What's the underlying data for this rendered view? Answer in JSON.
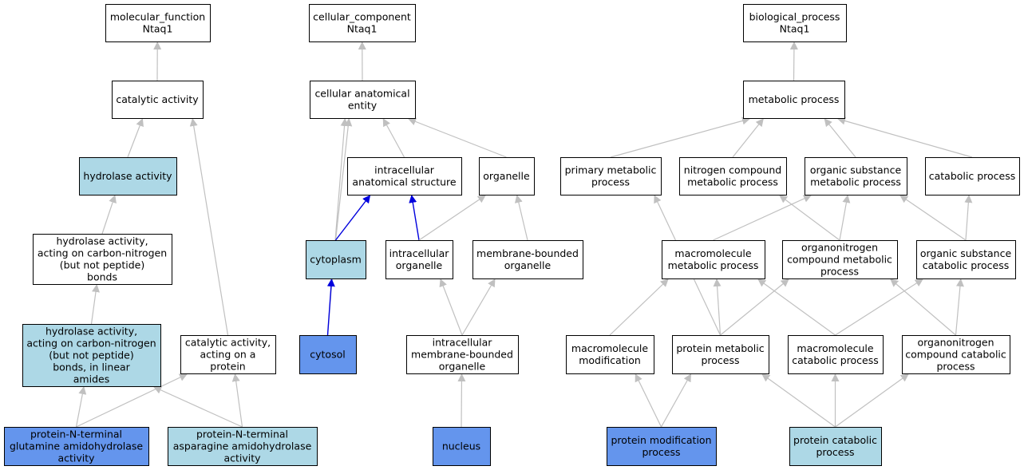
{
  "colors": {
    "plain": "#ffffff",
    "light": "#add8e6",
    "dark": "#6495ed",
    "edge_gray": "#c0c0c0",
    "edge_blue": "#0000dd",
    "border": "#000000"
  },
  "nodes": [
    {
      "id": "mf-root",
      "fill": "plain",
      "lines": [
        "molecular_function",
        "Ntaq1"
      ]
    },
    {
      "id": "catalytic-activity",
      "fill": "plain",
      "lines": [
        "catalytic activity"
      ]
    },
    {
      "id": "hydrolase-activity",
      "fill": "light",
      "lines": [
        "hydrolase activity"
      ]
    },
    {
      "id": "hydrolase-cn",
      "fill": "plain",
      "lines": [
        "hydrolase activity,",
        "acting on carbon-nitrogen",
        "(but not peptide)",
        "bonds"
      ]
    },
    {
      "id": "hydrolase-cn-linear",
      "fill": "light",
      "lines": [
        "hydrolase activity,",
        "acting on carbon-nitrogen",
        "(but not peptide)",
        "bonds, in linear",
        "amides"
      ]
    },
    {
      "id": "catalytic-on-protein",
      "fill": "plain",
      "lines": [
        "catalytic activity,",
        "acting on a",
        "protein"
      ]
    },
    {
      "id": "gln-amidohydrolase",
      "fill": "dark",
      "lines": [
        "protein-N-terminal",
        "glutamine amidohydrolase",
        "activity"
      ]
    },
    {
      "id": "asn-amidohydrolase",
      "fill": "light",
      "lines": [
        "protein-N-terminal",
        "asparagine amidohydrolase",
        "activity"
      ]
    },
    {
      "id": "cc-root",
      "fill": "plain",
      "lines": [
        "cellular_component",
        "Ntaq1"
      ]
    },
    {
      "id": "cellular-anatomical-entity",
      "fill": "plain",
      "lines": [
        "cellular anatomical",
        "entity"
      ]
    },
    {
      "id": "intracellular-anatomical-structure",
      "fill": "plain",
      "lines": [
        "intracellular",
        "anatomical structure"
      ]
    },
    {
      "id": "organelle",
      "fill": "plain",
      "lines": [
        "organelle"
      ]
    },
    {
      "id": "cytoplasm",
      "fill": "light",
      "lines": [
        "cytoplasm"
      ]
    },
    {
      "id": "intracellular-organelle",
      "fill": "plain",
      "lines": [
        "intracellular",
        "organelle"
      ]
    },
    {
      "id": "membrane-bounded-organelle",
      "fill": "plain",
      "lines": [
        "membrane-bounded",
        "organelle"
      ]
    },
    {
      "id": "cytosol",
      "fill": "dark",
      "lines": [
        "cytosol"
      ]
    },
    {
      "id": "intracellular-membrane-bounded-organelle",
      "fill": "plain",
      "lines": [
        "intracellular",
        "membrane-bounded",
        "organelle"
      ]
    },
    {
      "id": "nucleus",
      "fill": "dark",
      "lines": [
        "nucleus"
      ]
    },
    {
      "id": "bp-root",
      "fill": "plain",
      "lines": [
        "biological_process",
        "Ntaq1"
      ]
    },
    {
      "id": "metabolic-process",
      "fill": "plain",
      "lines": [
        "metabolic process"
      ]
    },
    {
      "id": "primary-metabolic-process",
      "fill": "plain",
      "lines": [
        "primary metabolic",
        "process"
      ]
    },
    {
      "id": "nitrogen-compound-metabolic-process",
      "fill": "plain",
      "lines": [
        "nitrogen compound",
        "metabolic process"
      ]
    },
    {
      "id": "organic-substance-metabolic-process",
      "fill": "plain",
      "lines": [
        "organic substance",
        "metabolic process"
      ]
    },
    {
      "id": "catabolic-process",
      "fill": "plain",
      "lines": [
        "catabolic process"
      ]
    },
    {
      "id": "macromolecule-metabolic-process",
      "fill": "plain",
      "lines": [
        "macromolecule",
        "metabolic process"
      ]
    },
    {
      "id": "organonitrogen-compound-metabolic-process",
      "fill": "plain",
      "lines": [
        "organonitrogen",
        "compound metabolic",
        "process"
      ]
    },
    {
      "id": "organic-substance-catabolic-process",
      "fill": "plain",
      "lines": [
        "organic substance",
        "catabolic process"
      ]
    },
    {
      "id": "macromolecule-modification",
      "fill": "plain",
      "lines": [
        "macromolecule",
        "modification"
      ]
    },
    {
      "id": "protein-metabolic-process",
      "fill": "plain",
      "lines": [
        "protein metabolic",
        "process"
      ]
    },
    {
      "id": "macromolecule-catabolic-process",
      "fill": "plain",
      "lines": [
        "macromolecule",
        "catabolic process"
      ]
    },
    {
      "id": "organonitrogen-compound-catabolic-process",
      "fill": "plain",
      "lines": [
        "organonitrogen",
        "compound catabolic",
        "process"
      ]
    },
    {
      "id": "protein-modification-process",
      "fill": "dark",
      "lines": [
        "protein modification",
        "process"
      ]
    },
    {
      "id": "protein-catabolic-process",
      "fill": "light",
      "lines": [
        "protein catabolic",
        "process"
      ]
    }
  ],
  "edges": [
    {
      "from": "catalytic-activity",
      "to": "mf-root",
      "color": "gray"
    },
    {
      "from": "hydrolase-activity",
      "to": "catalytic-activity",
      "color": "gray"
    },
    {
      "from": "hydrolase-cn",
      "to": "hydrolase-activity",
      "color": "gray"
    },
    {
      "from": "hydrolase-cn-linear",
      "to": "hydrolase-cn",
      "color": "gray"
    },
    {
      "from": "catalytic-on-protein",
      "to": "catalytic-activity",
      "color": "gray"
    },
    {
      "from": "gln-amidohydrolase",
      "to": "hydrolase-cn-linear",
      "color": "gray"
    },
    {
      "from": "gln-amidohydrolase",
      "to": "catalytic-on-protein",
      "color": "gray"
    },
    {
      "from": "asn-amidohydrolase",
      "to": "hydrolase-cn-linear",
      "color": "gray"
    },
    {
      "from": "asn-amidohydrolase",
      "to": "catalytic-on-protein",
      "color": "gray"
    },
    {
      "from": "cellular-anatomical-entity",
      "to": "cc-root",
      "color": "gray"
    },
    {
      "from": "intracellular-anatomical-structure",
      "to": "cellular-anatomical-entity",
      "color": "gray"
    },
    {
      "from": "organelle",
      "to": "cellular-anatomical-entity",
      "color": "gray"
    },
    {
      "from": "cytoplasm",
      "to": "cellular-anatomical-entity",
      "color": "gray"
    },
    {
      "from": "cytosol",
      "to": "cellular-anatomical-entity",
      "color": "gray"
    },
    {
      "from": "cytoplasm",
      "to": "intracellular-anatomical-structure",
      "color": "blue"
    },
    {
      "from": "intracellular-organelle",
      "to": "intracellular-anatomical-structure",
      "color": "blue"
    },
    {
      "from": "intracellular-organelle",
      "to": "organelle",
      "color": "gray"
    },
    {
      "from": "membrane-bounded-organelle",
      "to": "organelle",
      "color": "gray"
    },
    {
      "from": "cytosol",
      "to": "cytoplasm",
      "color": "blue"
    },
    {
      "from": "intracellular-membrane-bounded-organelle",
      "to": "intracellular-organelle",
      "color": "gray"
    },
    {
      "from": "intracellular-membrane-bounded-organelle",
      "to": "membrane-bounded-organelle",
      "color": "gray"
    },
    {
      "from": "nucleus",
      "to": "intracellular-membrane-bounded-organelle",
      "color": "gray"
    },
    {
      "from": "metabolic-process",
      "to": "bp-root",
      "color": "gray"
    },
    {
      "from": "primary-metabolic-process",
      "to": "metabolic-process",
      "color": "gray"
    },
    {
      "from": "nitrogen-compound-metabolic-process",
      "to": "metabolic-process",
      "color": "gray"
    },
    {
      "from": "organic-substance-metabolic-process",
      "to": "metabolic-process",
      "color": "gray"
    },
    {
      "from": "catabolic-process",
      "to": "metabolic-process",
      "color": "gray"
    },
    {
      "from": "macromolecule-metabolic-process",
      "to": "organic-substance-metabolic-process",
      "color": "gray"
    },
    {
      "from": "organonitrogen-compound-metabolic-process",
      "to": "nitrogen-compound-metabolic-process",
      "color": "gray"
    },
    {
      "from": "organonitrogen-compound-metabolic-process",
      "to": "organic-substance-metabolic-process",
      "color": "gray"
    },
    {
      "from": "organic-substance-catabolic-process",
      "to": "organic-substance-metabolic-process",
      "color": "gray"
    },
    {
      "from": "organic-substance-catabolic-process",
      "to": "catabolic-process",
      "color": "gray"
    },
    {
      "from": "macromolecule-modification",
      "to": "macromolecule-metabolic-process",
      "color": "gray"
    },
    {
      "from": "protein-metabolic-process",
      "to": "primary-metabolic-process",
      "color": "gray"
    },
    {
      "from": "protein-metabolic-process",
      "to": "macromolecule-metabolic-process",
      "color": "gray"
    },
    {
      "from": "protein-metabolic-process",
      "to": "organonitrogen-compound-metabolic-process",
      "color": "gray"
    },
    {
      "from": "macromolecule-catabolic-process",
      "to": "macromolecule-metabolic-process",
      "color": "gray"
    },
    {
      "from": "macromolecule-catabolic-process",
      "to": "organic-substance-catabolic-process",
      "color": "gray"
    },
    {
      "from": "organonitrogen-compound-catabolic-process",
      "to": "organonitrogen-compound-metabolic-process",
      "color": "gray"
    },
    {
      "from": "organonitrogen-compound-catabolic-process",
      "to": "organic-substance-catabolic-process",
      "color": "gray"
    },
    {
      "from": "protein-modification-process",
      "to": "macromolecule-modification",
      "color": "gray"
    },
    {
      "from": "protein-modification-process",
      "to": "protein-metabolic-process",
      "color": "gray"
    },
    {
      "from": "protein-catabolic-process",
      "to": "protein-metabolic-process",
      "color": "gray"
    },
    {
      "from": "protein-catabolic-process",
      "to": "macromolecule-catabolic-process",
      "color": "gray"
    },
    {
      "from": "protein-catabolic-process",
      "to": "organonitrogen-compound-catabolic-process",
      "color": "gray"
    }
  ]
}
